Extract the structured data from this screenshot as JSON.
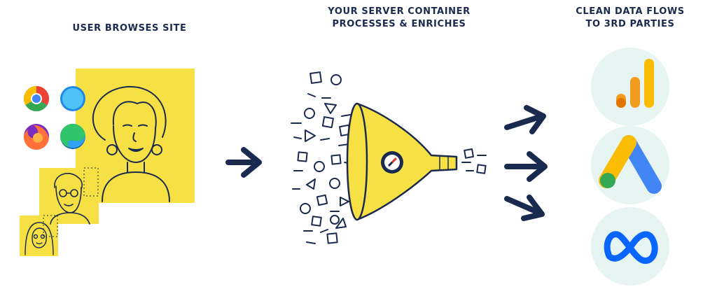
{
  "steps": [
    {
      "heading": [
        "USER BROWSES SITE"
      ]
    },
    {
      "heading": [
        "YOUR SERVER CONTAINER",
        "PROCESSES & ENRICHES"
      ]
    },
    {
      "heading": [
        "CLEAN DATA FLOWS",
        "TO 3RD PARTIES"
      ]
    }
  ],
  "browsers": [
    "chrome-icon",
    "safari-icon",
    "firefox-icon",
    "edge-icon"
  ],
  "destinations": [
    "google-analytics-icon",
    "google-ads-icon",
    "meta-icon"
  ],
  "colors": {
    "navy": "#1a2a4f",
    "yellow": "#f7e043",
    "circle_bg": "#e6f4f2",
    "ga_orange": "#f29c1f",
    "ga_dark": "#e37400",
    "ads_blue": "#4285f4",
    "ads_green": "#34a853",
    "ads_yellow": "#fbbc04",
    "meta_blue": "#0866ff"
  }
}
